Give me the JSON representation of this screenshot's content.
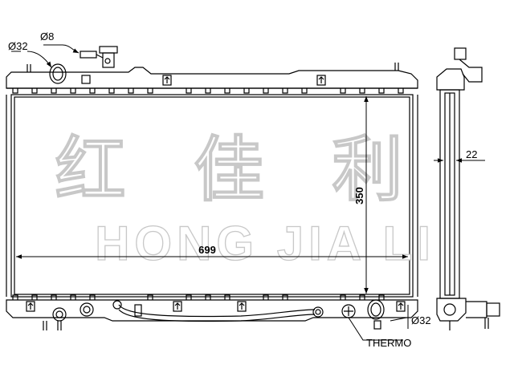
{
  "dimensions": {
    "width_label": "699",
    "height_label": "350",
    "core_thickness_label": "22",
    "inlet_diameter_label": "Ø32",
    "overflow_diameter_label": "Ø8",
    "outlet_diameter_label": "Ø32"
  },
  "callouts": {
    "thermo_label": "THERMO"
  },
  "watermark": {
    "chinese": "红 佳 利",
    "latin": "HONG JIA LI"
  },
  "colors": {
    "line": "#000000",
    "watermark_outline": "#c8c8c8"
  }
}
